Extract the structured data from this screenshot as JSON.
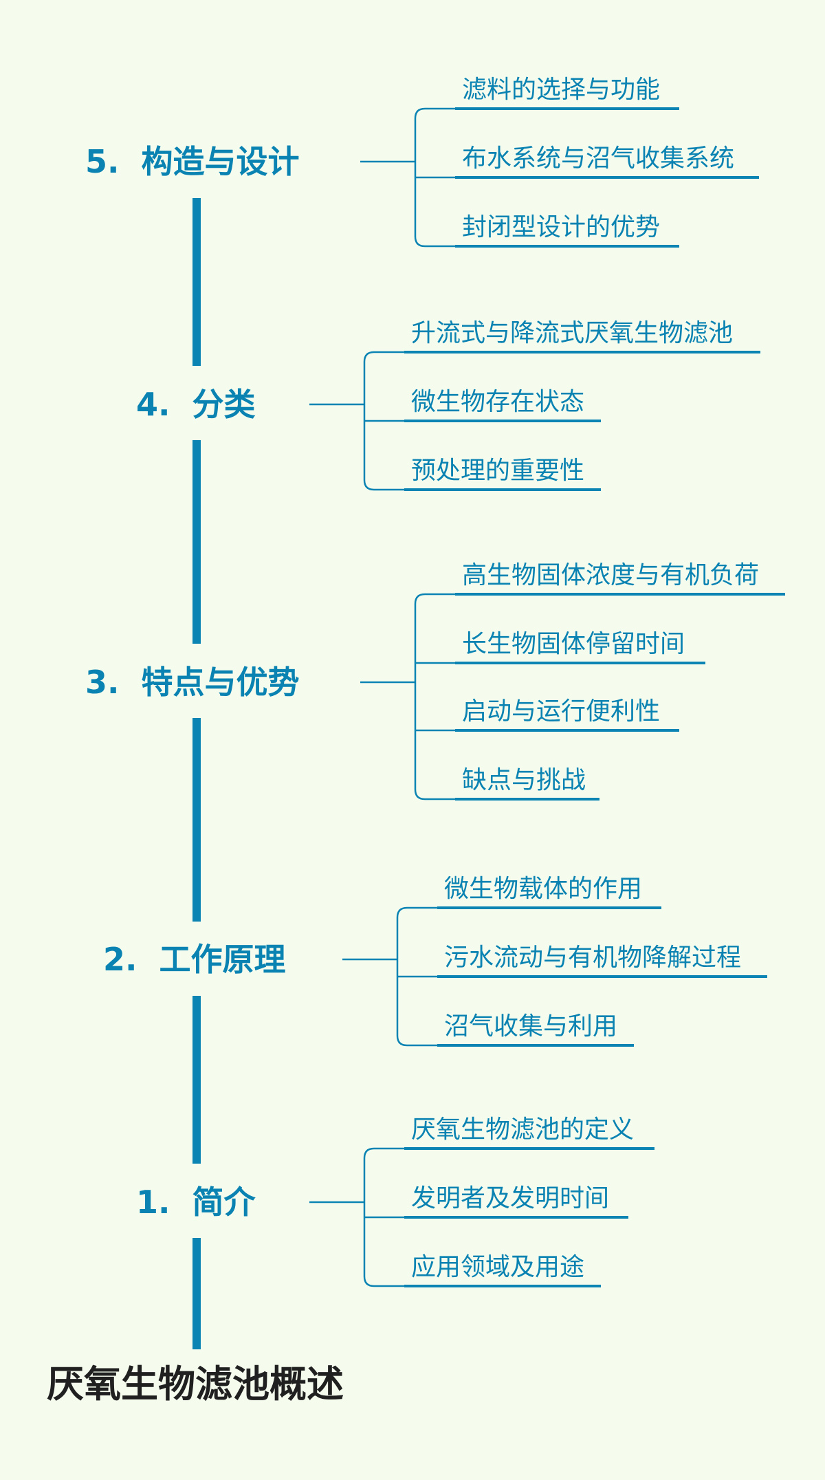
{
  "title": "厌氧生物滤池概述",
  "sections": [
    {
      "number": "5.",
      "label": "构造与设计",
      "children": [
        "滤料的选择与功能",
        "布水系统与沼气收集系统",
        "封闭型设计的优势"
      ]
    },
    {
      "number": "4.",
      "label": "分类",
      "children": [
        "升流式与降流式厌氧生物滤池",
        "微生物存在状态",
        "预处理的重要性"
      ]
    },
    {
      "number": "3.",
      "label": "特点与优势",
      "children": [
        "高生物固体浓度与有机负荷",
        "长生物固体停留时间",
        "启动与运行便利性",
        "缺点与挑战"
      ]
    },
    {
      "number": "2.",
      "label": "工作原理",
      "children": [
        "微生物载体的作用",
        "污水流动与有机物降解过程",
        "沼气收集与利用"
      ]
    },
    {
      "number": "1.",
      "label": "简介",
      "children": [
        "厌氧生物滤池的定义",
        "发明者及发明时间",
        "应用领域及用途"
      ]
    }
  ],
  "colors": {
    "accent": "#0b83b3",
    "background": "#f5fcee",
    "title": "#202020"
  }
}
